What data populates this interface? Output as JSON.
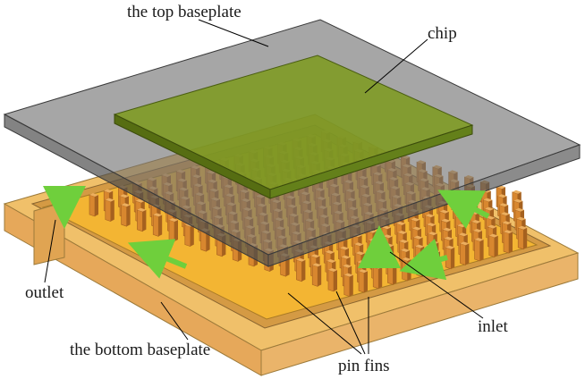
{
  "labels": {
    "top_baseplate": "the top baseplate",
    "chip": "chip",
    "outlet": "outlet",
    "inlet": "inlet",
    "bottom_baseplate": "the bottom baseplate",
    "pin_fins": "pin fins"
  },
  "colors": {
    "top_baseplate_fill": "#6f6f6f",
    "top_baseplate_side": "#4f4f4f",
    "chip_fill": "#7c9a1c",
    "chip_side": "#566d12",
    "bottom_top_face": "#f0c06a",
    "bottom_side": "#e3a456",
    "channel_floor": "#f3b533",
    "pin_fin": "#d8872f",
    "pin_fin_dark": "#a5611f",
    "flow_arrow": "#6fcf3c",
    "leader_line": "#000000"
  },
  "flow_arrows": [
    "outlet-arrow",
    "left-channel-arrow",
    "center-arrow",
    "inlet-arrow",
    "upper-right-arrow"
  ]
}
